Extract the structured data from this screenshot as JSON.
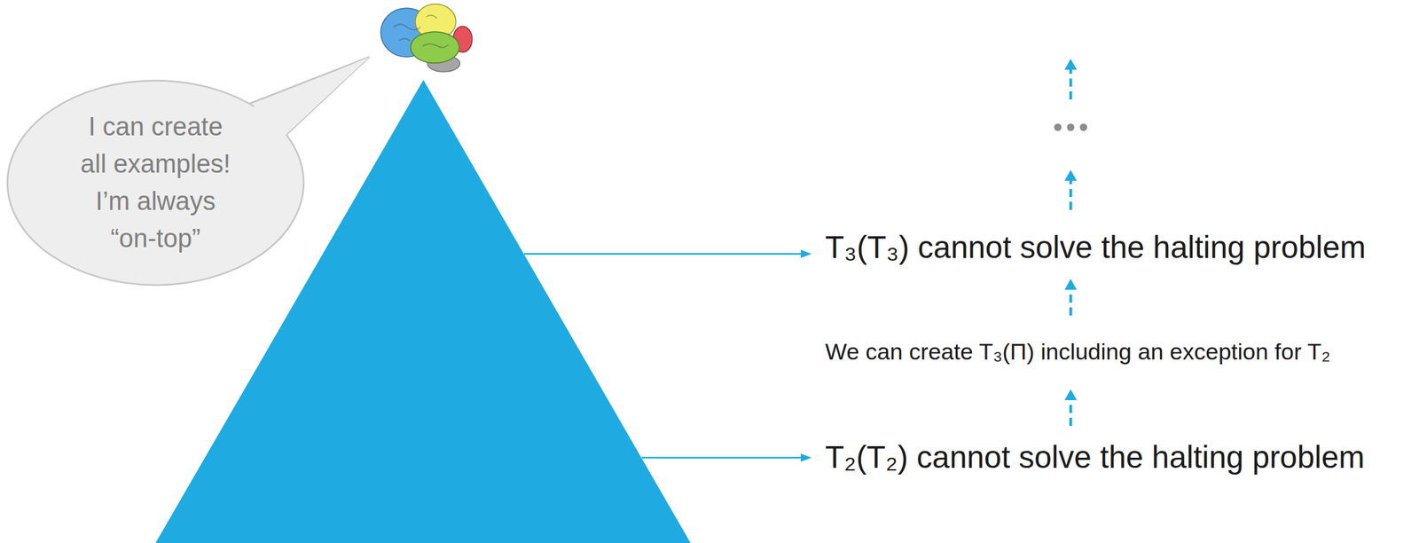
{
  "diagram": {
    "nodes": [
      {
        "text": [
          "I can create all examples! I’m always “on-top”"
        ]
      }
    ],
    "labels": [
      "T₃(T₃) cannot solve the halting problem",
      "We can create T₃(Π) including an exception for T₂",
      "T₂(T₂) cannot solve the halting problem"
    ]
  }
}
